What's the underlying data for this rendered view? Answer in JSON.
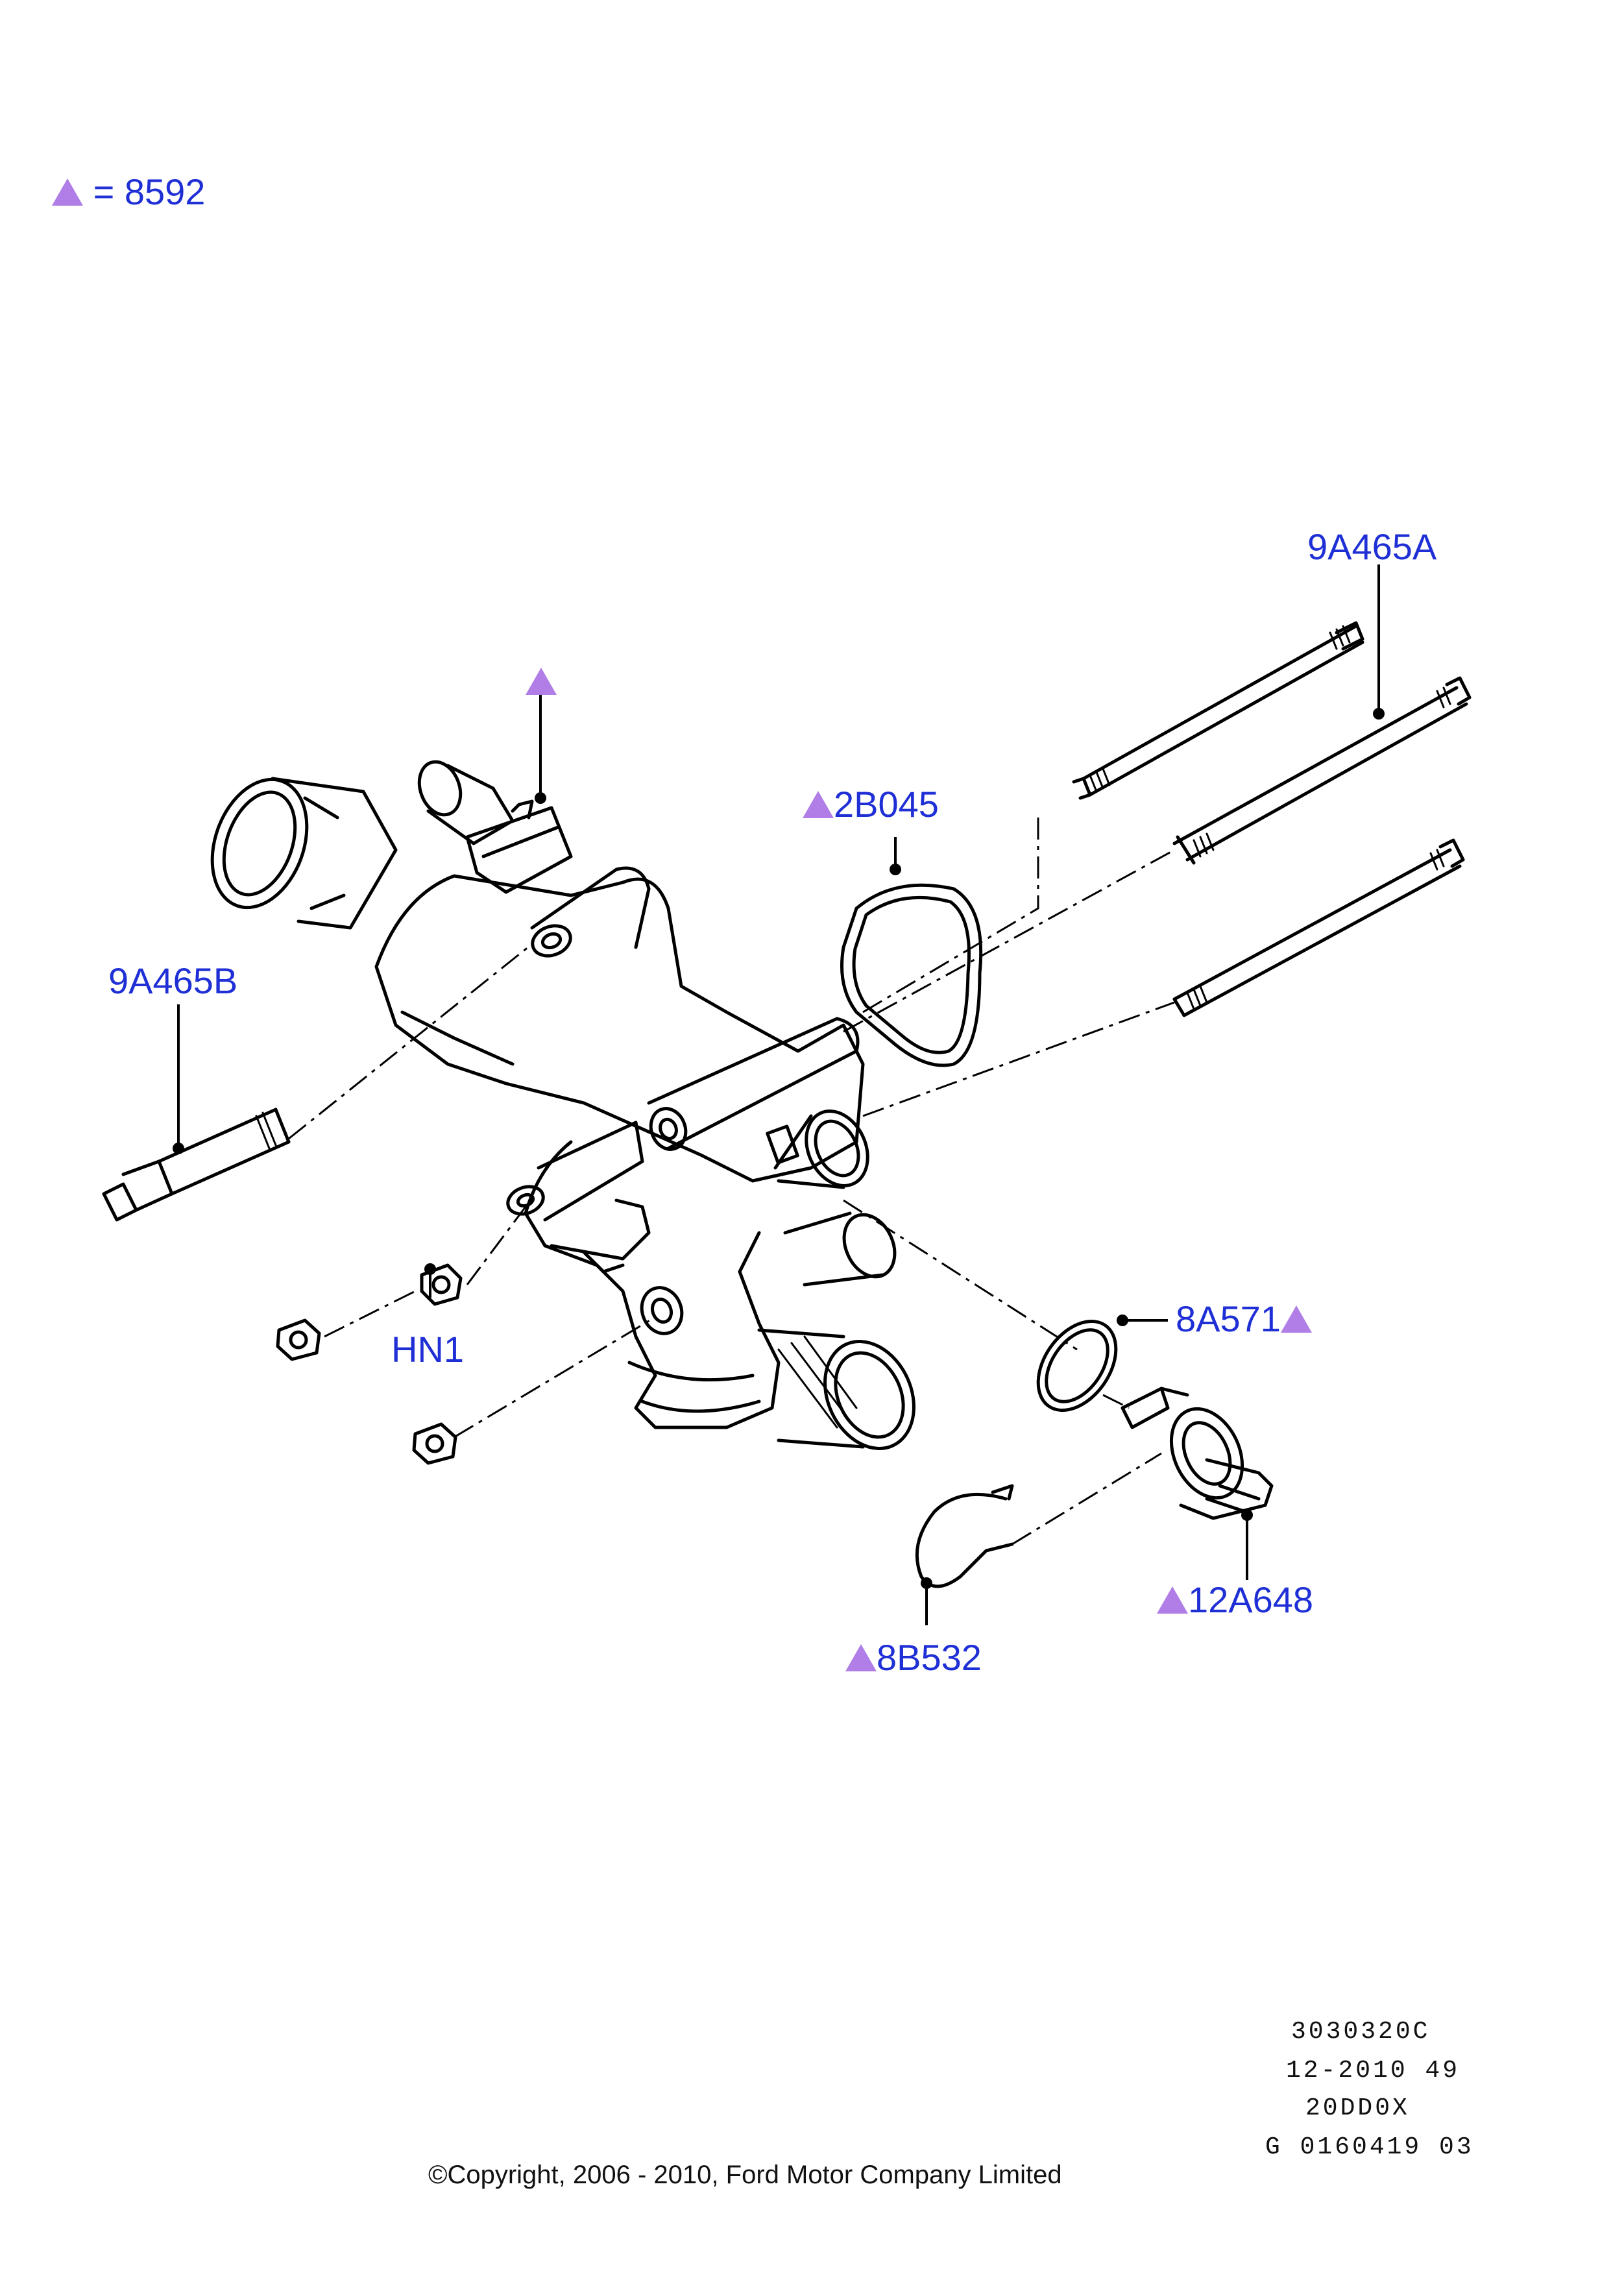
{
  "legend": {
    "equals": "=",
    "code": "8592"
  },
  "parts": {
    "p_9A465A": "9A465A",
    "p_2B045": "2B045",
    "p_9A465B": "9A465B",
    "p_HN1": "HN1",
    "p_8A571": "8A571",
    "p_12A648": "12A648",
    "p_8B532": "8B532"
  },
  "footer": {
    "ref1": "3030320C",
    "ref2": "12-2010 49",
    "ref3": "20DD0X",
    "ref4": "G 0160419 03",
    "copyright": "©Copyright, 2006 - 2010, Ford Motor Company Limited"
  },
  "colors": {
    "label": "#1f2fd6",
    "triangle": "#b07ee6",
    "line": "#000000"
  }
}
